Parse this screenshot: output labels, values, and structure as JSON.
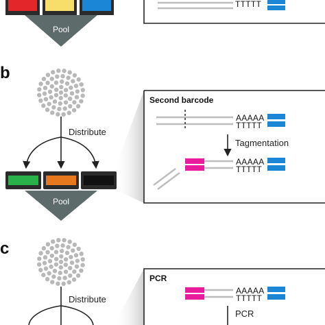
{
  "panels": {
    "b": "b",
    "c": "c"
  },
  "labels": {
    "pool": "Pool",
    "distribute": "Distribute",
    "second_barcode": "Second barcode",
    "tagmentation": "Tagmentation",
    "pcr": "PCR",
    "pcr_step": "PCR",
    "poly_a": "AAAAA",
    "poly_t": "TTTTT"
  },
  "colors": {
    "red": "#e3262a",
    "yellow": "#f7dd6a",
    "blue": "#1b86d6",
    "green": "#29b24a",
    "orange": "#e8781e",
    "black": "#111111",
    "magenta": "#e81c9c",
    "barcode_blue": "#1b86d6",
    "cell_grey": "#b8b8b8",
    "funnel": "#5d6b6b"
  }
}
